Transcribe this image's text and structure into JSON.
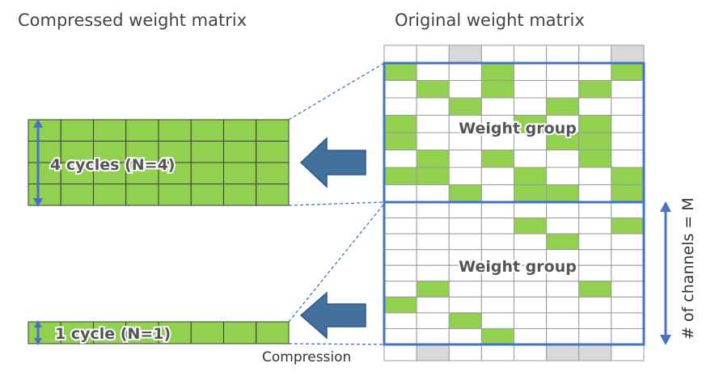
{
  "titles": {
    "compressed": "Compressed weight matrix",
    "original": "Original weight matrix"
  },
  "labels": {
    "group_top": "Weight group",
    "group_bottom": "Weight group",
    "cycles_top": "4 cycles (N=4)",
    "cycles_bottom": "1 cycle (N=1)",
    "channels": "# of channels = M",
    "compression": "Compression"
  },
  "colors": {
    "green": "#92d050",
    "blue_border": "#4472c4",
    "arrow_blue": "#41719c",
    "gray_header": "#d9d9d9",
    "grid_line": "#9a9a9a"
  },
  "matrix": {
    "cols": 8,
    "header_row": [
      0,
      0,
      1,
      0,
      0,
      0,
      0,
      1
    ],
    "footer_row": [
      0,
      1,
      0,
      0,
      0,
      1,
      1,
      0
    ],
    "group_top": [
      [
        1,
        0,
        0,
        1,
        0,
        0,
        0,
        1
      ],
      [
        0,
        1,
        0,
        1,
        0,
        0,
        1,
        0
      ],
      [
        0,
        0,
        1,
        0,
        0,
        1,
        0,
        0
      ],
      [
        1,
        0,
        0,
        0,
        1,
        0,
        1,
        0
      ],
      [
        1,
        0,
        0,
        0,
        0,
        1,
        1,
        0
      ],
      [
        0,
        1,
        0,
        1,
        0,
        0,
        1,
        0
      ],
      [
        1,
        1,
        0,
        0,
        1,
        0,
        0,
        1
      ],
      [
        0,
        0,
        1,
        0,
        1,
        1,
        0,
        1
      ]
    ],
    "group_bottom": [
      [
        0,
        0,
        0,
        0,
        0,
        0,
        0,
        0
      ],
      [
        0,
        0,
        0,
        0,
        1,
        0,
        0,
        1
      ],
      [
        0,
        0,
        0,
        0,
        0,
        1,
        0,
        0
      ],
      [
        0,
        0,
        0,
        0,
        0,
        0,
        0,
        0
      ],
      [
        0,
        0,
        0,
        0,
        0,
        0,
        0,
        0
      ],
      [
        0,
        1,
        0,
        0,
        0,
        0,
        1,
        0
      ],
      [
        1,
        0,
        0,
        0,
        0,
        0,
        0,
        0
      ],
      [
        0,
        0,
        1,
        0,
        0,
        0,
        0,
        0
      ],
      [
        0,
        0,
        0,
        1,
        0,
        0,
        0,
        0
      ]
    ]
  },
  "compressed": {
    "top": {
      "rows": 4,
      "cols": 8
    },
    "bottom": {
      "rows": 1,
      "cols": 8
    }
  }
}
